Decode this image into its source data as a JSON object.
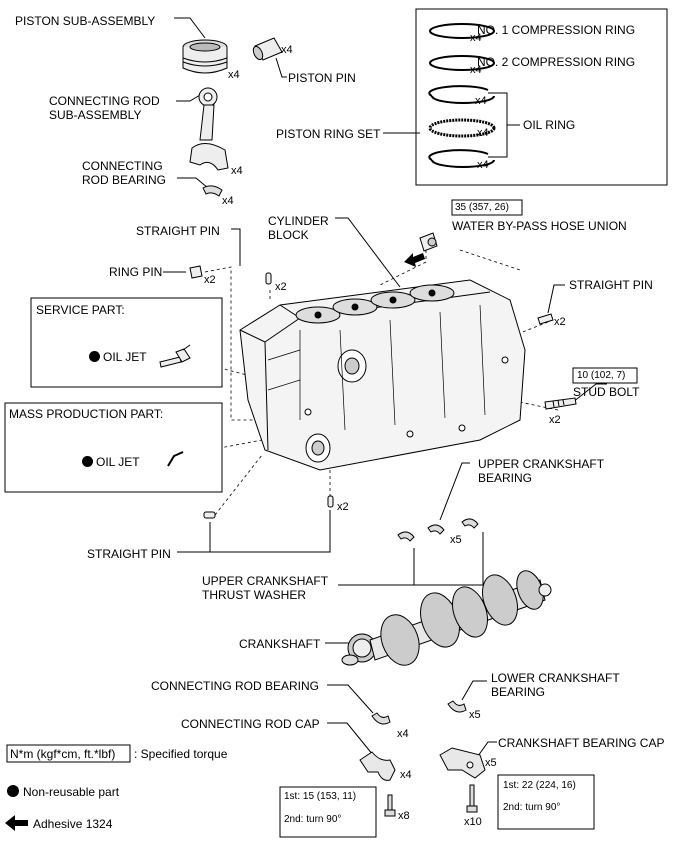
{
  "labels": {
    "piston_sub_assembly": "PISTON SUB-ASSEMBLY",
    "piston_pin": "PISTON PIN",
    "connecting_rod_sub_assembly_1": "CONNECTING ROD",
    "connecting_rod_sub_assembly_2": "SUB-ASSEMBLY",
    "connecting_rod_bearing_top_1": "CONNECTING",
    "connecting_rod_bearing_top_2": "ROD BEARING",
    "no1_compression_ring": "NO. 1 COMPRESSION RING",
    "no2_compression_ring": "NO. 2 COMPRESSION RING",
    "oil_ring": "OIL RING",
    "piston_ring_set": "PISTON RING SET",
    "cylinder_block_1": "CYLINDER",
    "cylinder_block_2": "BLOCK",
    "straight_pin_top": "STRAIGHT PIN",
    "ring_pin": "RING PIN",
    "water_bypass_hose_union": "WATER BY-PASS HOSE UNION",
    "straight_pin_right": "STRAIGHT PIN",
    "service_part": "SERVICE PART:",
    "oil_jet_service": "OIL JET",
    "mass_production_part": "MASS PRODUCTION PART:",
    "oil_jet_mass": "OIL JET",
    "stud_bolt": "STUD BOLT",
    "upper_crankshaft_bearing_1": "UPPER CRANKSHAFT",
    "upper_crankshaft_bearing_2": "BEARING",
    "straight_pin_bottom": "STRAIGHT PIN",
    "upper_thrust_washer_1": "UPPER CRANKSHAFT",
    "upper_thrust_washer_2": "THRUST WASHER",
    "crankshaft": "CRANKSHAFT",
    "connecting_rod_bearing_bottom": "CONNECTING ROD BEARING",
    "lower_crankshaft_bearing_1": "LOWER CRANKSHAFT",
    "lower_crankshaft_bearing_2": "BEARING",
    "connecting_rod_cap": "CONNECTING ROD CAP",
    "crankshaft_bearing_cap": "CRANKSHAFT BEARING CAP"
  },
  "quantities": {
    "piston": "x4",
    "piston_pin": "x4",
    "connecting_rod": "x4",
    "rod_bearing_top": "x4",
    "no1_ring": "x4",
    "no2_ring": "x4",
    "oil_ring_a": "x4",
    "oil_ring_b": "x4",
    "oil_ring_c": "x4",
    "ring_pin": "x2",
    "straight_pin_top": "x2",
    "straight_pin_right": "x2",
    "stud_bolt": "x2",
    "straight_pin_bottom": "x2",
    "upper_bearing": "x5",
    "rod_bearing_bottom": "x4",
    "lower_bearing": "x5",
    "rod_cap": "x4",
    "bearing_cap": "x5",
    "rod_cap_bolt": "x8",
    "bearing_cap_bolt": "x10"
  },
  "torques": {
    "water_union": "35 (357, 26)",
    "stud_bolt": "10 (102, 7)",
    "rod_cap_first": "1st: 15 (153, 11)",
    "rod_cap_second": "2nd: turn 90°",
    "bearing_cap_first": "1st: 22 (224, 16)",
    "bearing_cap_second": "2nd: turn 90°"
  },
  "legend": {
    "torque_box": "N*m (kgf*cm, ft.*lbf)",
    "torque_text": ": Specified torque",
    "non_reusable": "Non-reusable part",
    "adhesive": "Adhesive 1324"
  },
  "icons": [
    "non-reusable-dot-icon",
    "adhesive-arrow-icon"
  ]
}
